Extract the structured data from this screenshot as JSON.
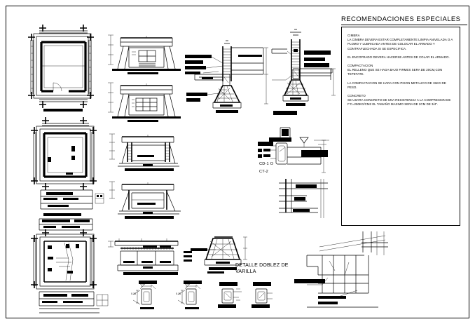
{
  "sheet": {
    "type": "cad-construction-drawing",
    "background_color": "#ffffff",
    "line_color": "#000000",
    "border": "single rectangular drawing frame"
  },
  "notes_panel": {
    "title": "RECOMENDACIONES ESPECIALES",
    "sections": [
      {
        "heading": "CIMBRA",
        "body": "LA CIMBRA DEVERA ESTAR COMPLETAMENTE LIMPIA ANIVELADA O A PLOMO Y LUBRICADA ANTES DE COLOCAR EL ARMADO Y CONTRAFLECHADA SI SE ESPECIFICA."
      },
      {
        "heading": "",
        "body": "EL ENCOFRADO DEVERA HACERSE ANTES DE COLAR EL ARMADO."
      },
      {
        "heading": "COMPACTACION",
        "body": "EL RELLENO QUE SE HAGA BAJO FIRMES SERA DE 20CM,CON TEPETATE."
      },
      {
        "heading": "",
        "body": "LA COMPACTACION SE HARA CON PISON METALICO DE 15KG DE PESO."
      },
      {
        "heading": "CONCRETO",
        "body": "SE USARA CONCRETO DE UNA RESISTENCIA A LA COMPRESION DE F'C=250KG/CM2\nEL TAMAÑO MAXIMO SERA DE 2CM DE 3/4\"."
      }
    ]
  },
  "labels": {
    "column_tag_1": "CD-1 O",
    "column_tag_2": "CT-2",
    "rebar_detail": "DETALLE DOBLEZ DE\nVARILLA"
  },
  "dimension_callouts": {
    "bend_1_top": "0.15",
    "bend_1_left": "0.15",
    "bend_2_top": "0.15",
    "bend_2_left": "0.15"
  },
  "drawing_blocks": [
    {
      "name": "foundation-plan-upper",
      "kind": "plan",
      "position": "top-left"
    },
    {
      "name": "foundation-plan-middle",
      "kind": "plan",
      "position": "mid-left"
    },
    {
      "name": "foundation-plan-lower",
      "kind": "plan",
      "position": "bottom-left"
    },
    {
      "name": "elevation-upper",
      "kind": "elevation",
      "position": "top-center-left"
    },
    {
      "name": "elevation-lower",
      "kind": "elevation",
      "position": "top-center-left"
    },
    {
      "name": "section-upper",
      "kind": "section",
      "position": "mid-center-left"
    },
    {
      "name": "section-lower",
      "kind": "section",
      "position": "mid-center-left"
    },
    {
      "name": "section-bottom",
      "kind": "section",
      "position": "bottom-center-left"
    },
    {
      "name": "wall-footing-detail-a",
      "kind": "detail",
      "position": "top-center"
    },
    {
      "name": "wall-footing-detail-b",
      "kind": "detail",
      "position": "top-right"
    },
    {
      "name": "column-base-detail",
      "kind": "detail",
      "position": "mid-center"
    },
    {
      "name": "pedestal-detail",
      "kind": "detail",
      "position": "mid-right"
    },
    {
      "name": "rebar-bend-footing-detail",
      "kind": "detail",
      "position": "bottom-center"
    },
    {
      "name": "stair-section-detail",
      "kind": "detail",
      "position": "bottom-right"
    },
    {
      "name": "column-section-1",
      "kind": "cross-section",
      "position": "bottom-strip"
    },
    {
      "name": "column-section-2",
      "kind": "cross-section",
      "position": "bottom-strip"
    },
    {
      "name": "column-section-3",
      "kind": "cross-section",
      "position": "bottom-strip"
    },
    {
      "name": "column-section-4",
      "kind": "cross-section",
      "position": "bottom-strip"
    }
  ]
}
